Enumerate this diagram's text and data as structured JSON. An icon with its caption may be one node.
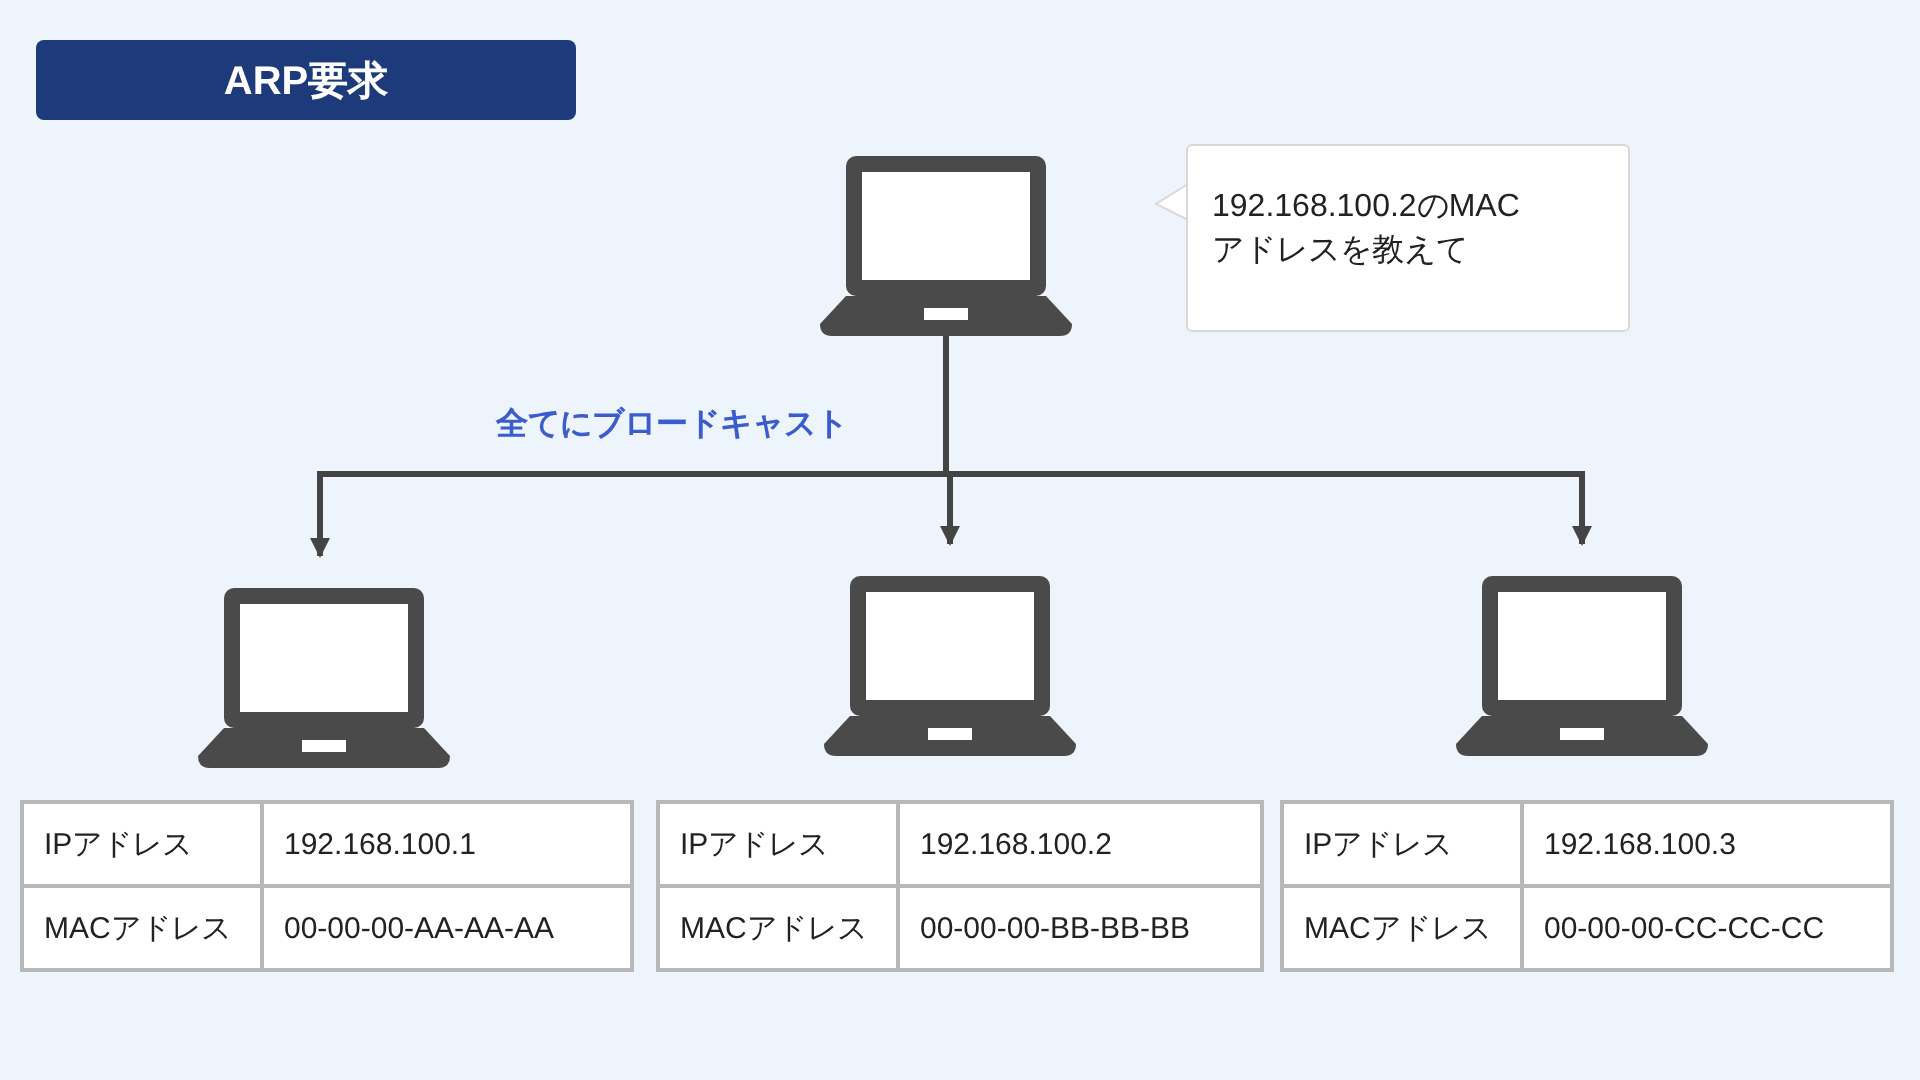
{
  "diagram": {
    "title": "ARP要求",
    "nodes": [
      {
        "text": [],
        "shape": "picture"
      },
      {
        "text": [
          "192.168.100.2のMACアドレスを教えて"
        ]
      },
      {
        "text": [],
        "shape": "picture"
      },
      {
        "text": [],
        "shape": "picture"
      },
      {
        "text": [],
        "shape": "picture"
      }
    ],
    "edges": [
      {
        "from": 0,
        "to": 2,
        "arrow": "to"
      },
      {
        "from": 0,
        "to": 3,
        "arrow": "to"
      },
      {
        "from": 0,
        "to": 4,
        "arrow": "to"
      }
    ],
    "labels": [
      "全てにブロードキャスト",
      "IPアドレス",
      "192.168.100.1",
      "MACアドレス",
      "00-00-00-AA-AA-AA",
      "IPアドレス",
      "192.168.100.2",
      "MACアドレス",
      "00-00-00-BB-BB-BB",
      "IPアドレス",
      "192.168.100.3",
      "MACアドレス",
      "00-00-00-CC-CC-CC"
    ]
  }
}
